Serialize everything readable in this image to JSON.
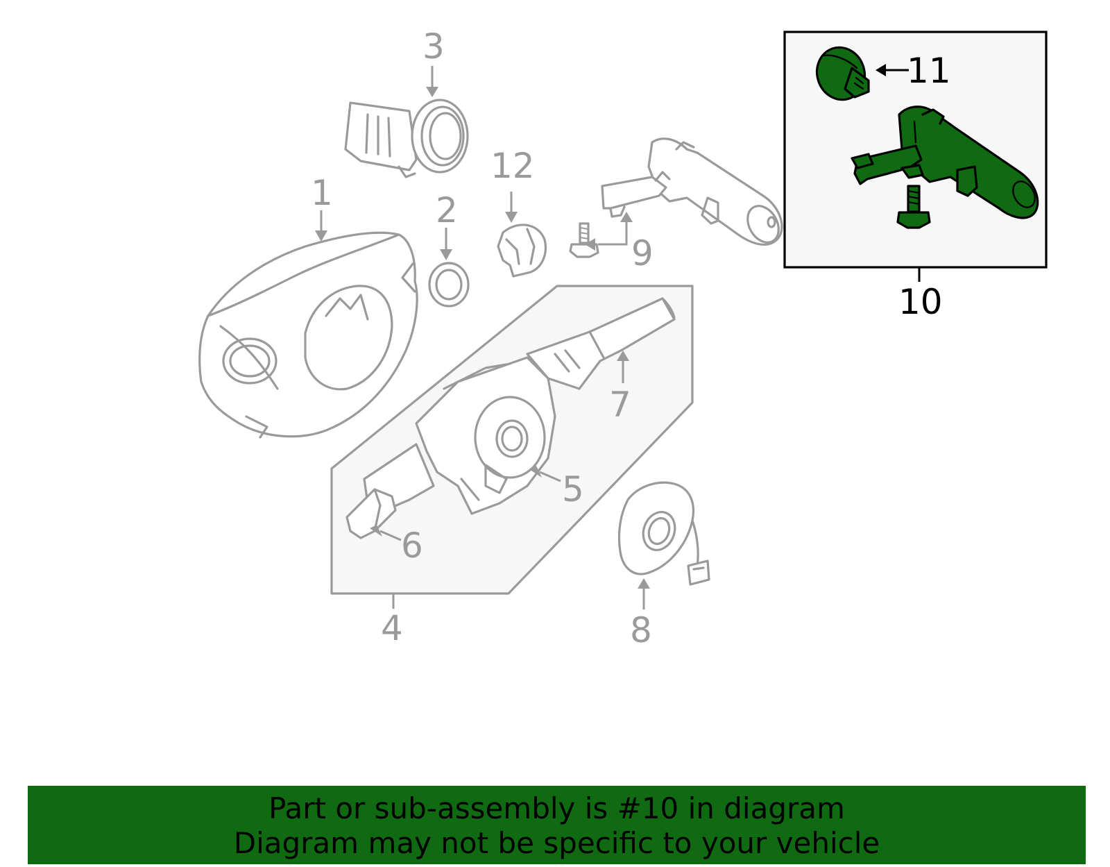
{
  "callouts": {
    "c1": "1",
    "c2": "2",
    "c3": "3",
    "c4": "4",
    "c5": "5",
    "c6": "6",
    "c7": "7",
    "c8": "8",
    "c9": "9",
    "c10": "10",
    "c11": "11",
    "c12": "12"
  },
  "highlight": {
    "part": "10",
    "color": "#0f6a12"
  },
  "banner": {
    "line1": "Part or sub-assembly is #10 in diagram",
    "line2": "Diagram may not be specific to your vehicle"
  }
}
